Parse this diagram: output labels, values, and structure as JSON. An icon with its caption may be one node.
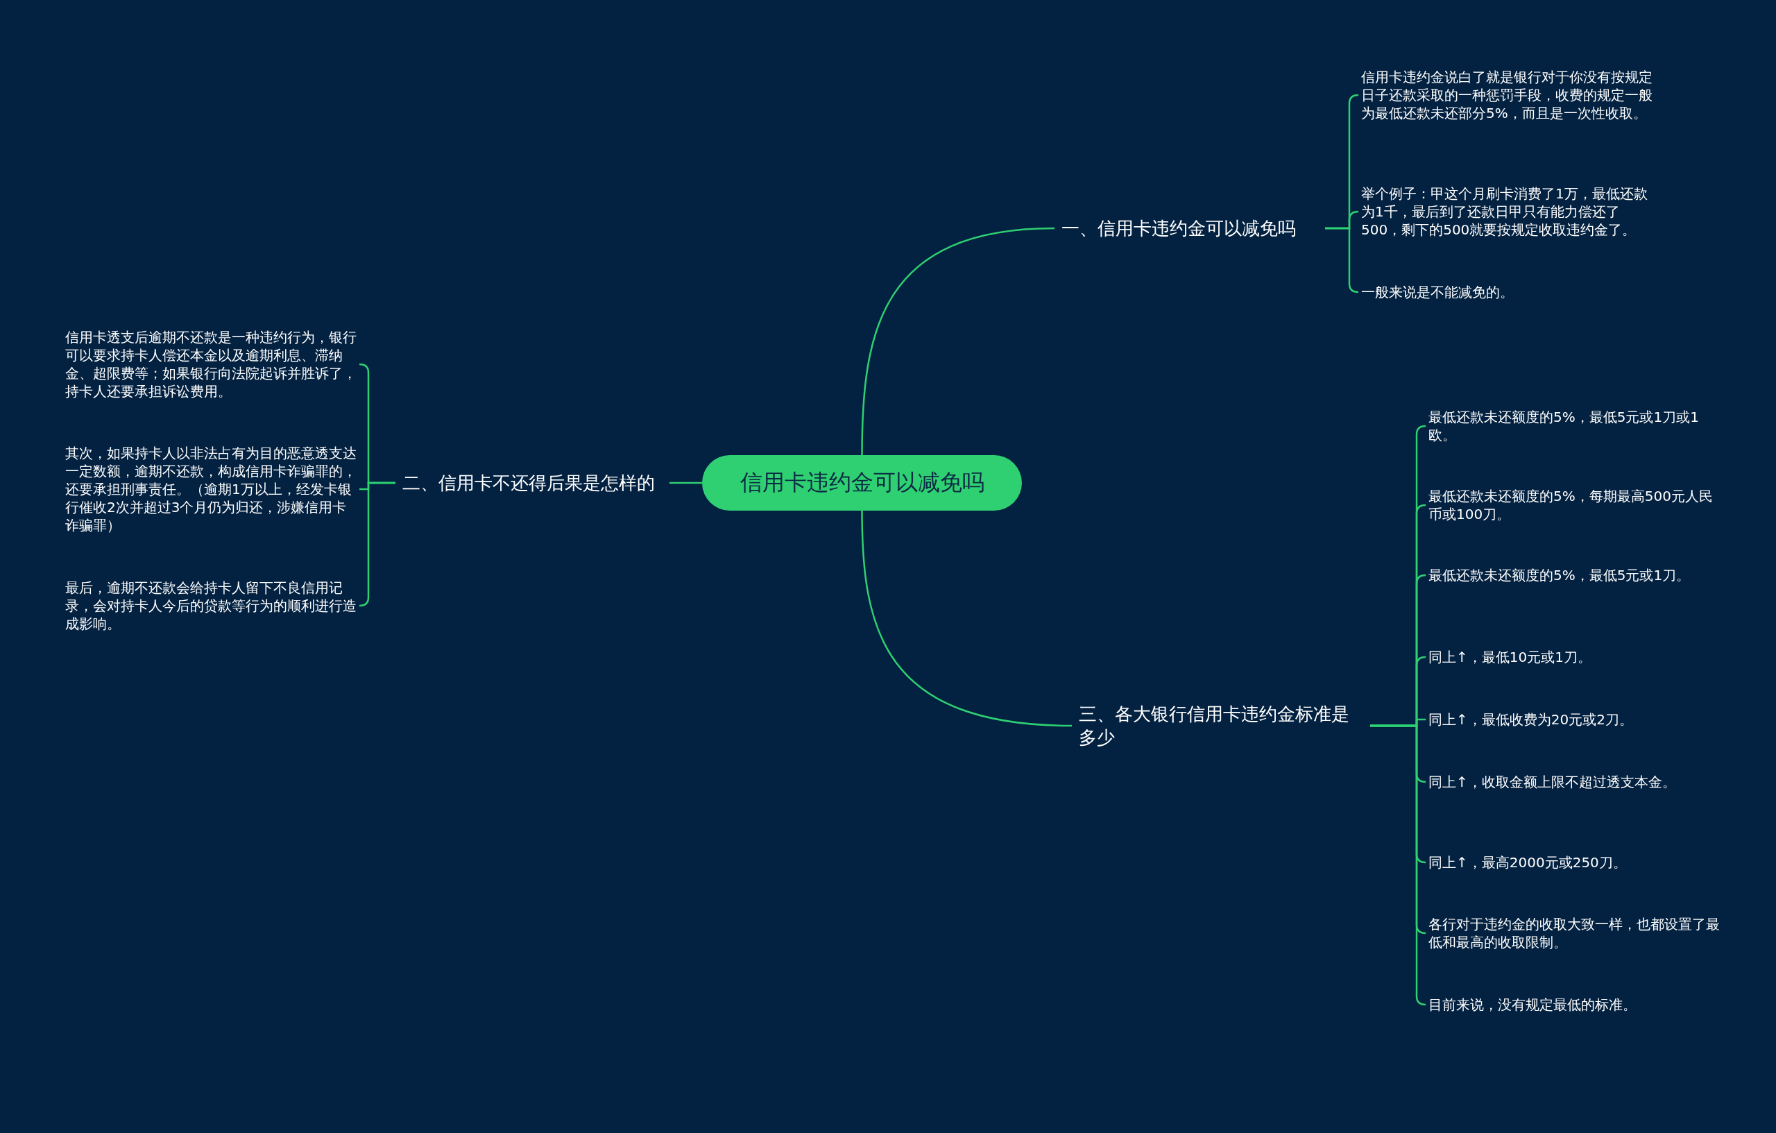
{
  "diagram": {
    "nodes": [
      {
        "text": [
          "信用卡违约金可以减免吗"
        ]
      },
      {
        "text": [
          "一、信用卡违约金可以减免吗"
        ]
      },
      {
        "text": [
          "信用卡违约金说白了就是银行对于你没有按规定日子还款采取的一种惩罚手段，收费的规定一般为最低还款未还部分5%，而且是一次性收取。"
        ]
      },
      {
        "text": [
          "举个例子：甲这个月刷卡消费了1万，最低还款为1千，最后到了还款日甲只有能力偿还了500，剩下的500就要按规定收取违约金了。"
        ]
      },
      {
        "text": [
          "一般来说是不能减免的。"
        ]
      },
      {
        "text": [
          "二、信用卡不还得后果是怎样的"
        ]
      },
      {
        "text": [
          "信用卡透支后逾期不还款是一种违约行为，银行可以要求持卡人偿还本金以及逾期利息、滞纳金、超限费等；如果银行向法院起诉并胜诉了，持卡人还要承担诉讼费用。"
        ]
      },
      {
        "text": [
          "其次，如果持卡人以非法占有为目的恶意透支达一定数额，逾期不还款，构成信用卡诈骗罪的，还要承担刑事责任。（逾期1万以上，经发卡银行催收2次并超过3个月仍为归还，涉嫌信用卡诈骗罪）"
        ]
      },
      {
        "text": [
          "最后，逾期不还款会给持卡人留下不良信用记录，会对持卡人今后的贷款等行为的顺利进行造成影响。"
        ]
      },
      {
        "text": [
          "三、各大银行信用卡违约金标准是多少"
        ]
      },
      {
        "text": [
          "最低还款未还额度的5%，最低5元或1刀或1欧。"
        ]
      },
      {
        "text": [
          "最低还款未还额度的5%，每期最高500元人民币或100刀。"
        ]
      },
      {
        "text": [
          "最低还款未还额度的5%，最低5元或1刀。"
        ]
      },
      {
        "text": [
          "同上↑，最低10元或1刀。"
        ]
      },
      {
        "text": [
          "同上↑，最低收费为20元或2刀。"
        ]
      },
      {
        "text": [
          "同上↑，收取金额上限不超过透支本金。"
        ]
      },
      {
        "text": [
          "同上↑，最高2000元或250刀。"
        ]
      },
      {
        "text": [
          "各行对于违约金的收取大致一样，也都设置了最低和最高的收取限制。"
        ]
      },
      {
        "text": [
          "目前来说，没有规定最低的标准。"
        ]
      }
    ],
    "edges": [
      {
        "from": 0,
        "to": 1,
        "arrow": "none"
      },
      {
        "from": 1,
        "to": 2,
        "arrow": "none"
      },
      {
        "from": 1,
        "to": 3,
        "arrow": "none"
      },
      {
        "from": 1,
        "to": 4,
        "arrow": "none"
      },
      {
        "from": 0,
        "to": 5,
        "arrow": "none"
      },
      {
        "from": 5,
        "to": 6,
        "arrow": "none"
      },
      {
        "from": 5,
        "to": 7,
        "arrow": "none"
      },
      {
        "from": 5,
        "to": 8,
        "arrow": "none"
      },
      {
        "from": 0,
        "to": 9,
        "arrow": "none"
      },
      {
        "from": 9,
        "to": 10,
        "arrow": "none"
      },
      {
        "from": 9,
        "to": 11,
        "arrow": "none"
      },
      {
        "from": 9,
        "to": 12,
        "arrow": "none"
      },
      {
        "from": 9,
        "to": 13,
        "arrow": "none"
      },
      {
        "from": 9,
        "to": 14,
        "arrow": "none"
      },
      {
        "from": 9,
        "to": 15,
        "arrow": "none"
      },
      {
        "from": 9,
        "to": 16,
        "arrow": "none"
      },
      {
        "from": 9,
        "to": 17,
        "arrow": "none"
      },
      {
        "from": 9,
        "to": 18,
        "arrow": "none"
      }
    ]
  }
}
